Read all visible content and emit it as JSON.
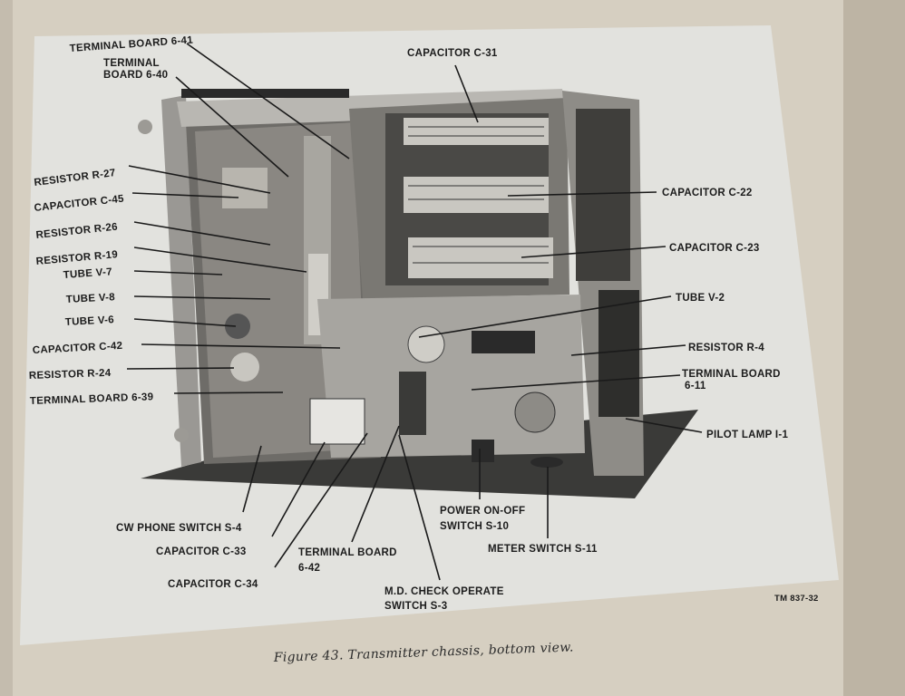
{
  "figure": {
    "caption": "Figure 43.  Transmitter chassis, bottom view.",
    "plate_number": "TM 837-32",
    "labels": {
      "tb641": "TERMINAL BOARD 6-41",
      "tb640": [
        "TERMINAL",
        "BOARD 6-40"
      ],
      "c31": "CAPACITOR C-31",
      "r27": "RESISTOR R-27",
      "c45": "CAPACITOR C-45",
      "r26": "RESISTOR R-26",
      "r19": "RESISTOR R-19",
      "v7": "TUBE V-7",
      "v8": "TUBE V-8",
      "v6": "TUBE V-6",
      "c42": "CAPACITOR C-42",
      "r24": "RESISTOR R-24",
      "tb639": "TERMINAL BOARD 6-39",
      "c22": "CAPACITOR C-22",
      "c23": "CAPACITOR C-23",
      "v2": "TUBE V-2",
      "r4": "RESISTOR R-4",
      "tb611": [
        "TERMINAL BOARD",
        "6-11"
      ],
      "i1": "PILOT LAMP I-1",
      "s4": "CW PHONE SWITCH S-4",
      "c33": "CAPACITOR C-33",
      "c34": "CAPACITOR C-34",
      "tb642": [
        "TERMINAL BOARD",
        "6-42"
      ],
      "s10": [
        "POWER ON-OFF",
        "SWITCH S-10"
      ],
      "s11": "METER SWITCH S-11",
      "s3": [
        "M.D. CHECK OPERATE",
        "SWITCH S-3"
      ]
    }
  }
}
